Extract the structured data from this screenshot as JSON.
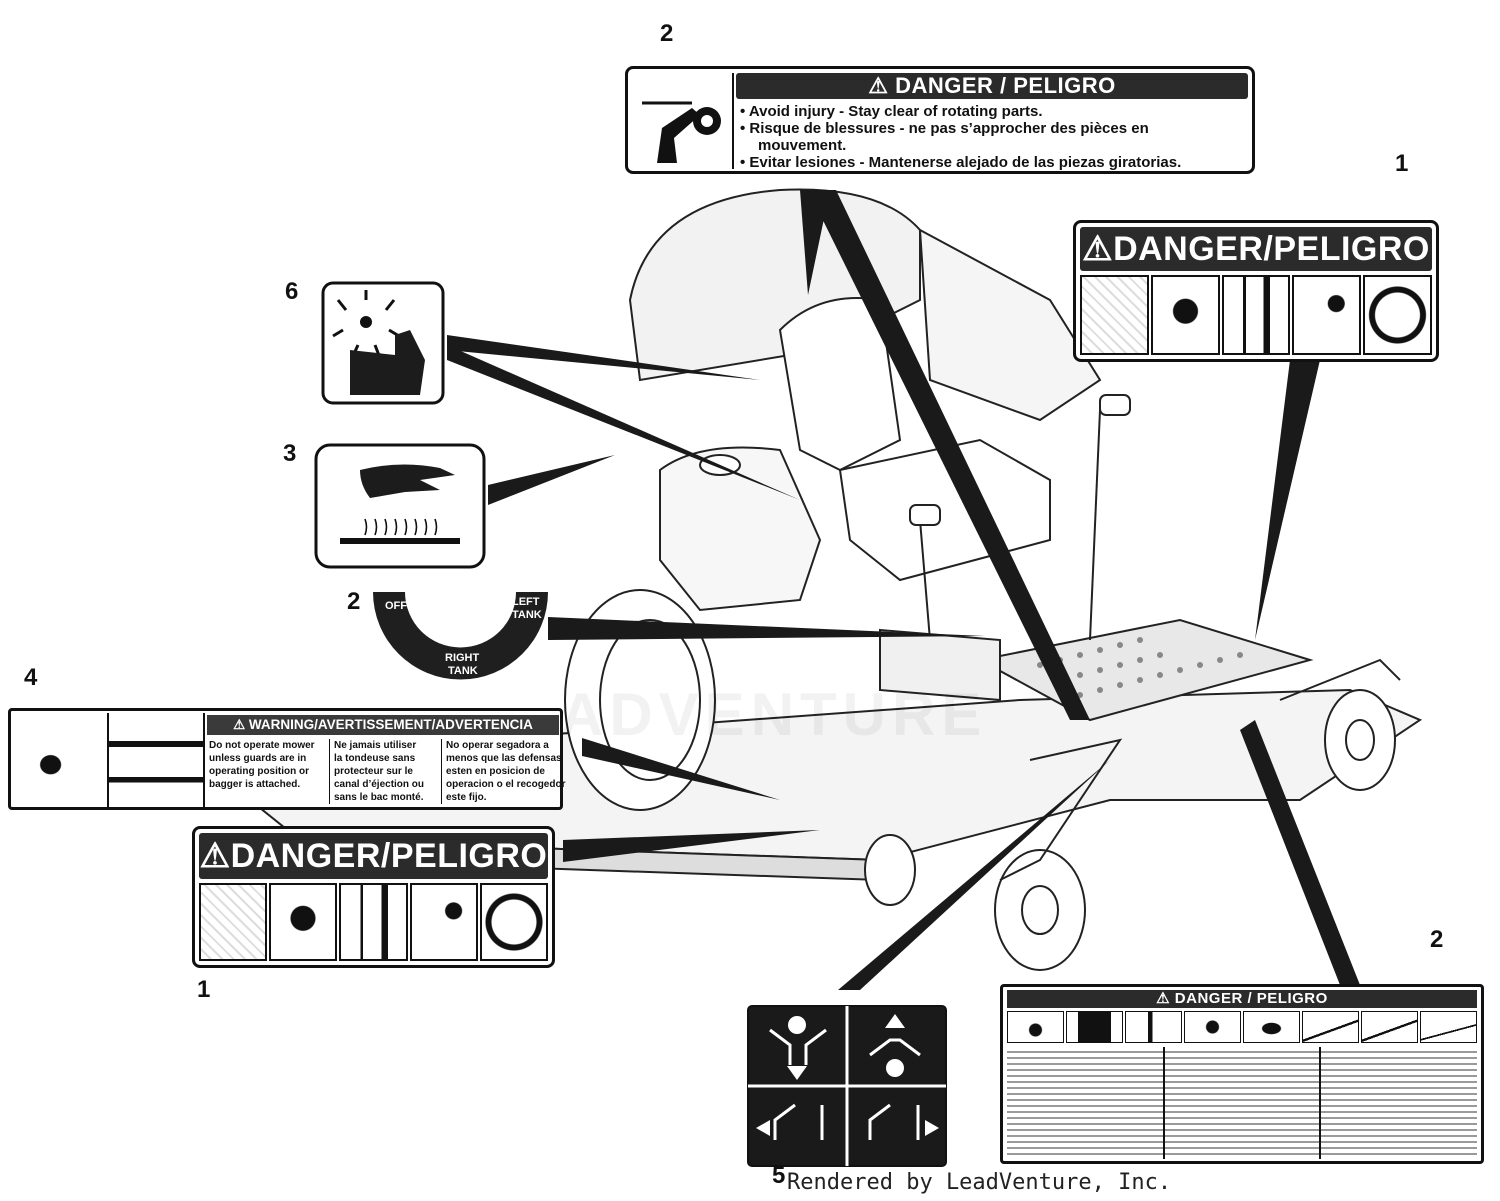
{
  "callouts": {
    "c2_top": "2",
    "c1_right": "1",
    "c6": "6",
    "c3": "3",
    "c2_fuel": "2",
    "c4": "4",
    "c1_bottom": "1",
    "c2_bottom": "2",
    "c5": "5"
  },
  "decal_rotating": {
    "header": "DANGER / PELIGRO",
    "line1": "• Avoid injury - Stay clear of rotating parts.",
    "line2": "• Risque de blessures - ne pas s’approcher des pièces en",
    "line3": "mouvement.",
    "line4": "• Evitar lesiones - Mantenerse alejado de las piezas giratorias."
  },
  "decal_danger_right": {
    "header": "DANGER/PELIGRO"
  },
  "decal_danger_left": {
    "header": "DANGER/PELIGRO"
  },
  "fuel_selector": {
    "off": "OFF",
    "left_tank": "LEFT TANK",
    "right_tank": "RIGHT TANK",
    "left_l1": "LEFT",
    "left_l2": "TANK",
    "right_l1": "RIGHT",
    "right_l2": "TANK"
  },
  "warning_decal": {
    "header": "WARNING/AVERTISSEMENT/ADVERTENCIA",
    "en": [
      "Do not operate mower",
      "unless guards are in",
      "operating position or",
      "bagger is attached."
    ],
    "fr": [
      "Ne jamais utiliser",
      "la tondeuse sans",
      "protecteur sur le",
      "canal d’éjection ou",
      "sans le bac monté."
    ],
    "es": [
      "No operar segadora a",
      "menos que las defensas",
      "esten en posicion de",
      "operacion o el recogedor",
      "este fijo."
    ]
  },
  "decal_bottom_right": {
    "header": "DANGER / PELIGRO"
  },
  "footer": "Rendered by LeadVenture, Inc.",
  "watermark": "ADVENTURE"
}
